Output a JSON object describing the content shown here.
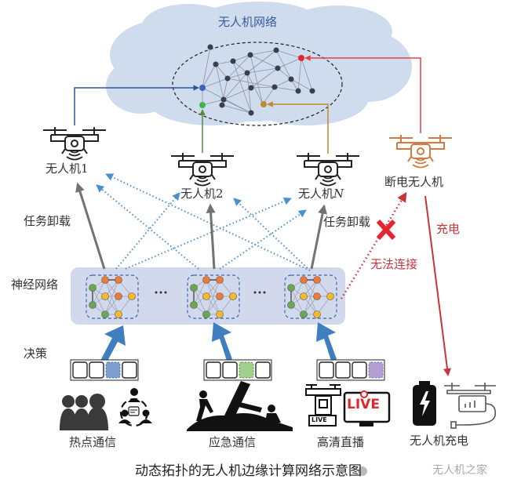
{
  "diagram": {
    "cloud_title": "无人机网络",
    "drones": [
      {
        "id": "uav1",
        "label": "无人机1",
        "link_color": "#2f5597"
      },
      {
        "id": "uav2",
        "label": "无人机2",
        "link_color": "#5a8a3a"
      },
      {
        "id": "uavN",
        "label": "无人机",
        "label_suffix": "N",
        "link_color": "#c08a2c"
      },
      {
        "id": "uav-off",
        "label": "断电无人机",
        "link_color": "#e0444c",
        "icon_color": "#d27a3f"
      }
    ],
    "labels": {
      "task_offload_left": "任务卸载",
      "task_offload_right": "任务卸载",
      "neural_network": "神经网络",
      "decision": "决策",
      "cannot_connect": "无法连接",
      "charge": "充电",
      "ellipsis": "···"
    },
    "scenarios": [
      {
        "label": "热点通信",
        "decision_slot": 3,
        "slot_color": "#7f9fd3"
      },
      {
        "label": "应急通信",
        "decision_slot": 3,
        "slot_color": "#9fd08c"
      },
      {
        "label": "高清直播",
        "decision_slot": 4,
        "slot_color": "#b49fd2"
      },
      {
        "label": "无人机充电"
      }
    ],
    "live_text": "LIVE",
    "caption": "动态拓扑的无人机边缘计算网络示意图",
    "watermark": "无人机之家",
    "colors": {
      "cloud": "#cfdcee",
      "nn_panel": "#d2d9ec",
      "dotted_link": "#4a90d0",
      "offload_arrow": "#757171",
      "decision_arrow": "#3f7fbf",
      "disconnected": "#c9343a",
      "x_mark": "#e5272d",
      "node_dark": "#3a3f4b",
      "node_orange": "#ee7a35",
      "node_yellow": "#f7b92c",
      "node_green": "#6aa84f"
    }
  }
}
